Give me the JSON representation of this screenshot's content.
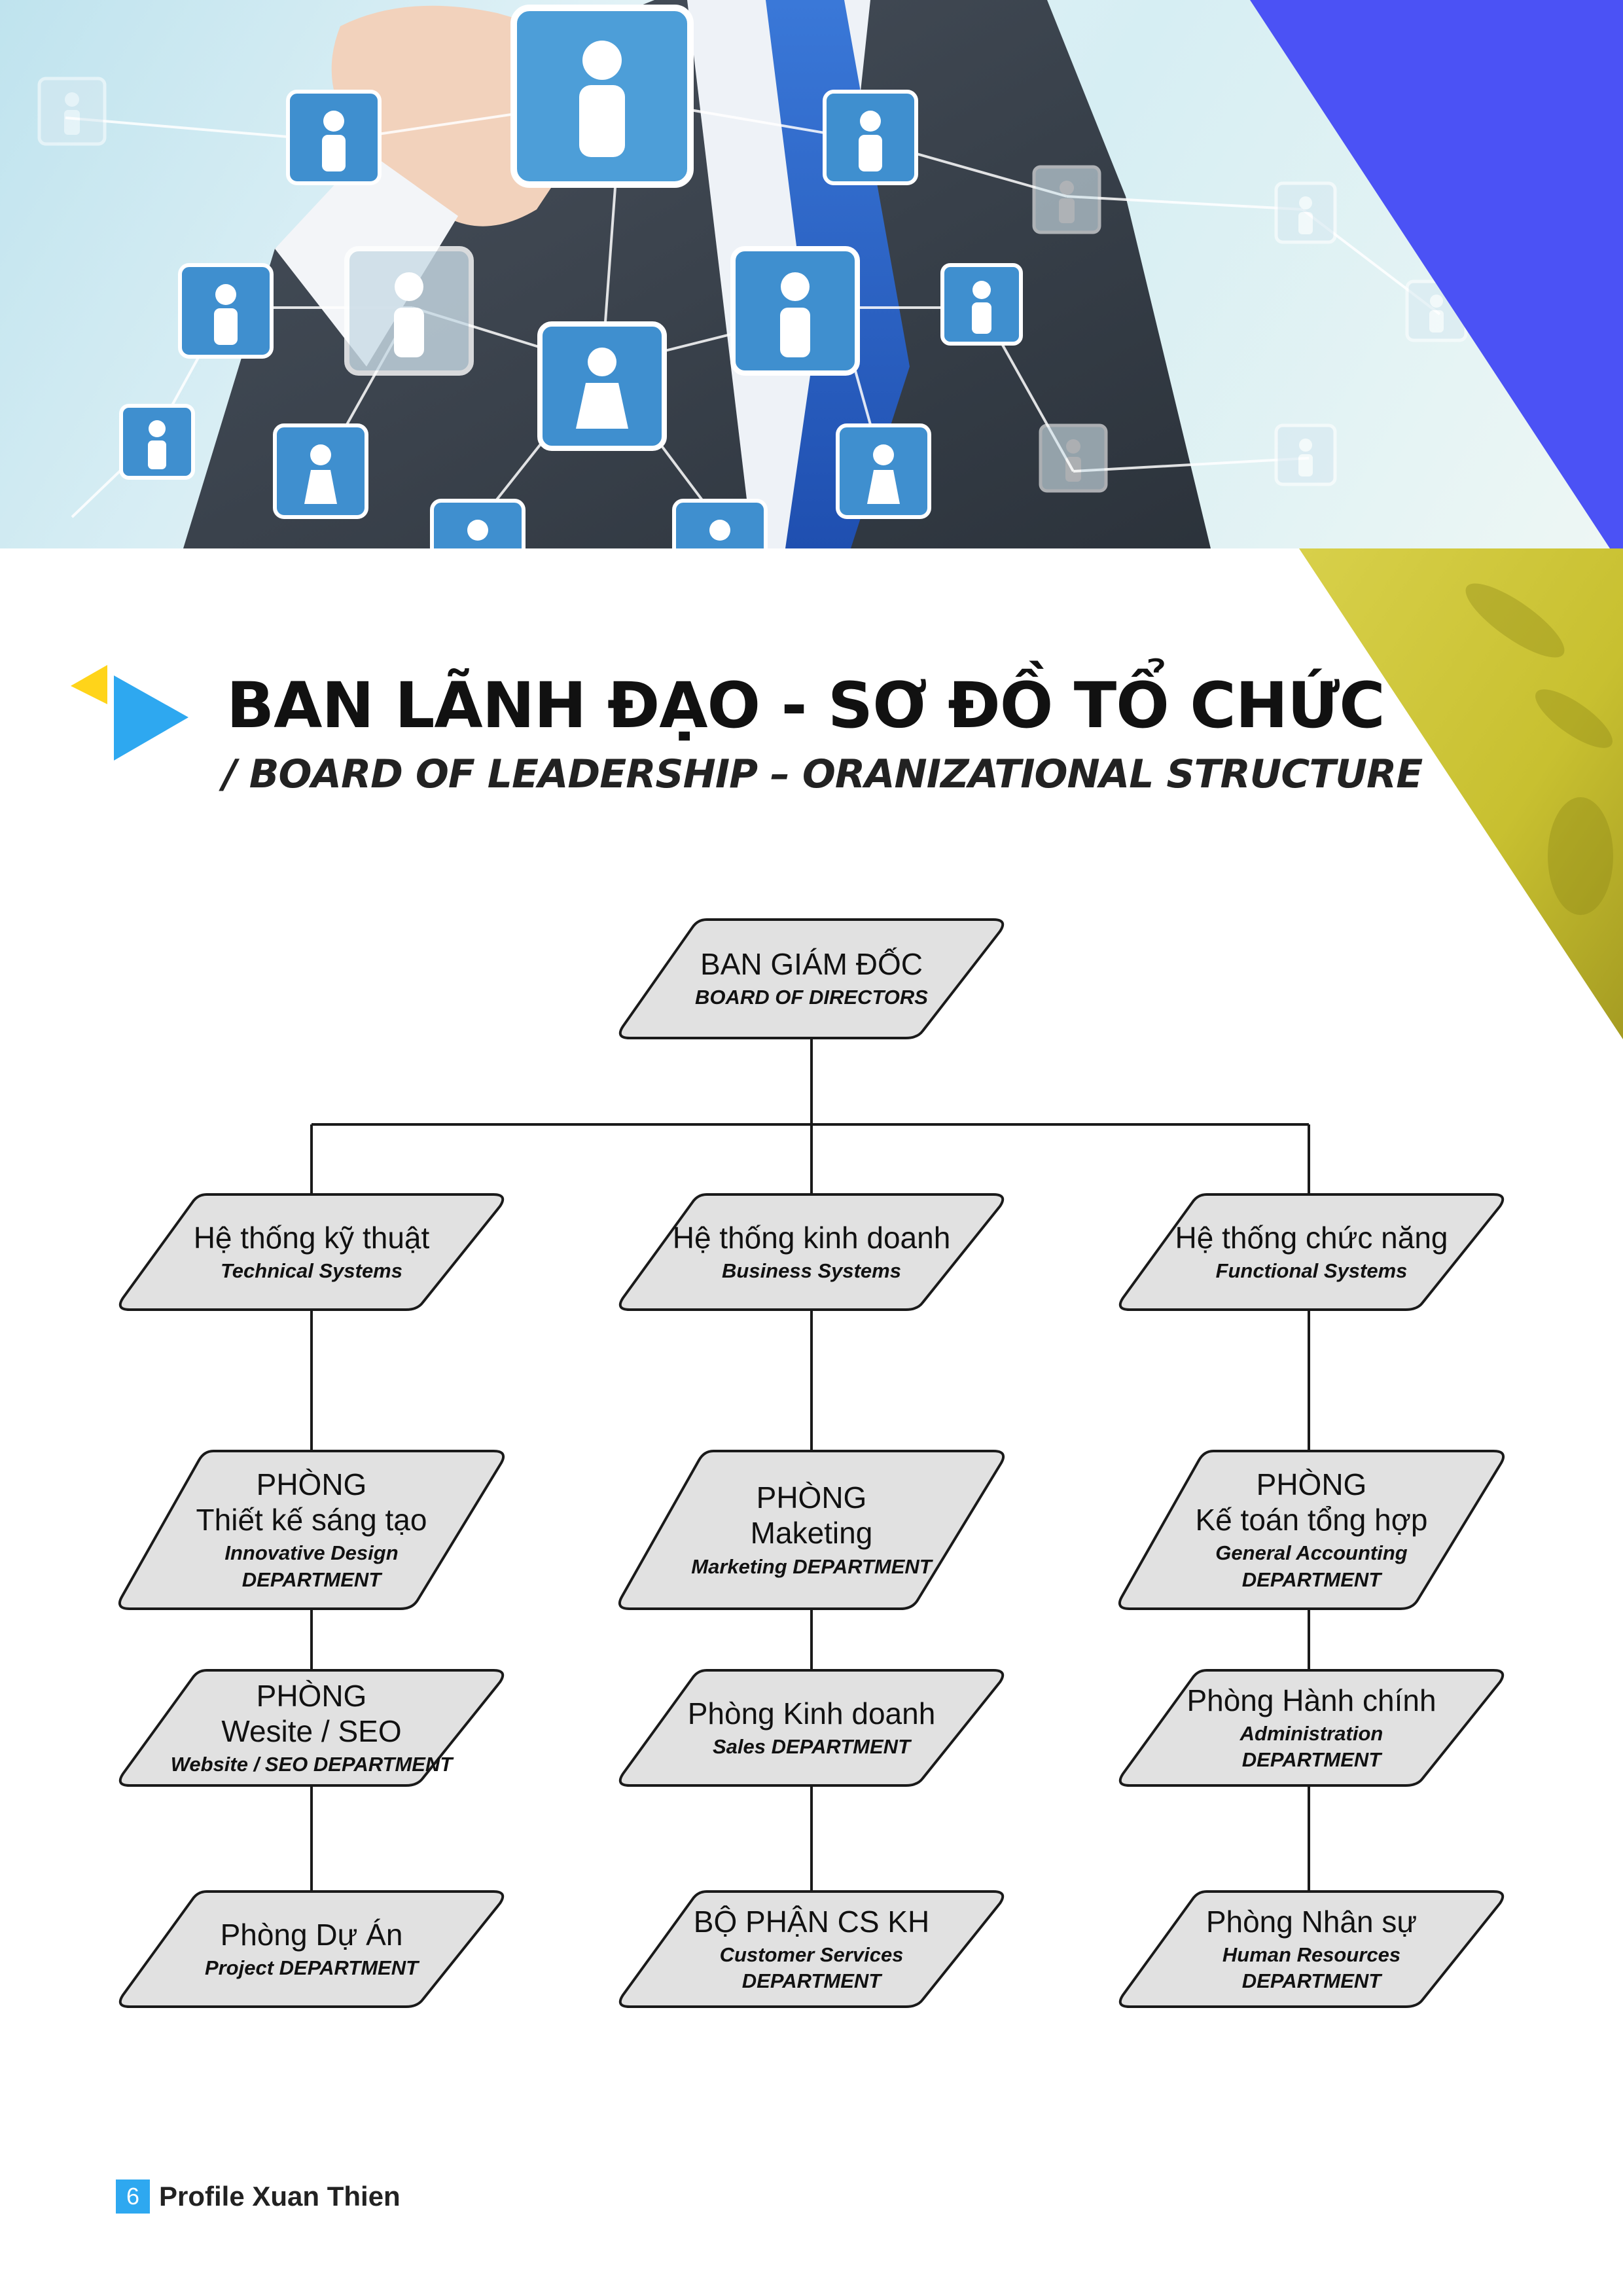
{
  "header": {
    "title_vi": "BAN LÃNH ĐẠO - SƠ ĐỒ TỔ CHỨC",
    "title_en": "/ BOARD OF LEADERSHIP – ORANIZATIONAL STRUCTURE"
  },
  "org": {
    "board": {
      "vi": "BAN GIÁM ĐỐC",
      "en": "BOARD OF DIRECTORS"
    },
    "systems": [
      {
        "vi": "Hệ thống kỹ thuật",
        "en": "Technical Systems",
        "departments": [
          {
            "vi": [
              "PHÒNG",
              "Thiết kế sáng tạo"
            ],
            "en": [
              "Innovative Design",
              "DEPARTMENT"
            ]
          },
          {
            "vi": [
              "PHÒNG",
              "Wesite / SEO"
            ],
            "en": [
              "Website / SEO DEPARTMENT"
            ]
          },
          {
            "vi": [
              "Phòng Dự Án"
            ],
            "en": [
              "Project DEPARTMENT"
            ]
          }
        ]
      },
      {
        "vi": "Hệ thống kinh doanh",
        "en": "Business Systems",
        "departments": [
          {
            "vi": [
              "PHÒNG",
              "Maketing"
            ],
            "en": [
              "Marketing DEPARTMENT"
            ]
          },
          {
            "vi": [
              "Phòng Kinh doanh"
            ],
            "en": [
              "Sales DEPARTMENT"
            ]
          },
          {
            "vi": [
              "BỘ PHẬN CS KH"
            ],
            "en": [
              "Customer Services",
              "DEPARTMENT"
            ]
          }
        ]
      },
      {
        "vi": "Hệ thống chức năng",
        "en": "Functional Systems",
        "departments": [
          {
            "vi": [
              "PHÒNG",
              "Kế toán tổng hợp"
            ],
            "en": [
              "General Accounting",
              "DEPARTMENT"
            ]
          },
          {
            "vi": [
              "Phòng Hành chính"
            ],
            "en": [
              "Administration",
              "DEPARTMENT"
            ]
          },
          {
            "vi": [
              "Phòng Nhân sự"
            ],
            "en": [
              "Human Resources",
              "DEPARTMENT"
            ]
          }
        ]
      }
    ]
  },
  "footer": {
    "page_number": "6",
    "text": "Profile Xuan Thien"
  },
  "colors": {
    "blue_band": "#4b52f5",
    "yellow_band": "#d2cb3c",
    "node_fill": "#e1e1e1",
    "node_stroke": "#1a1a1a",
    "accent_blue": "#2ea8f0",
    "accent_yellow": "#ffd41a"
  }
}
